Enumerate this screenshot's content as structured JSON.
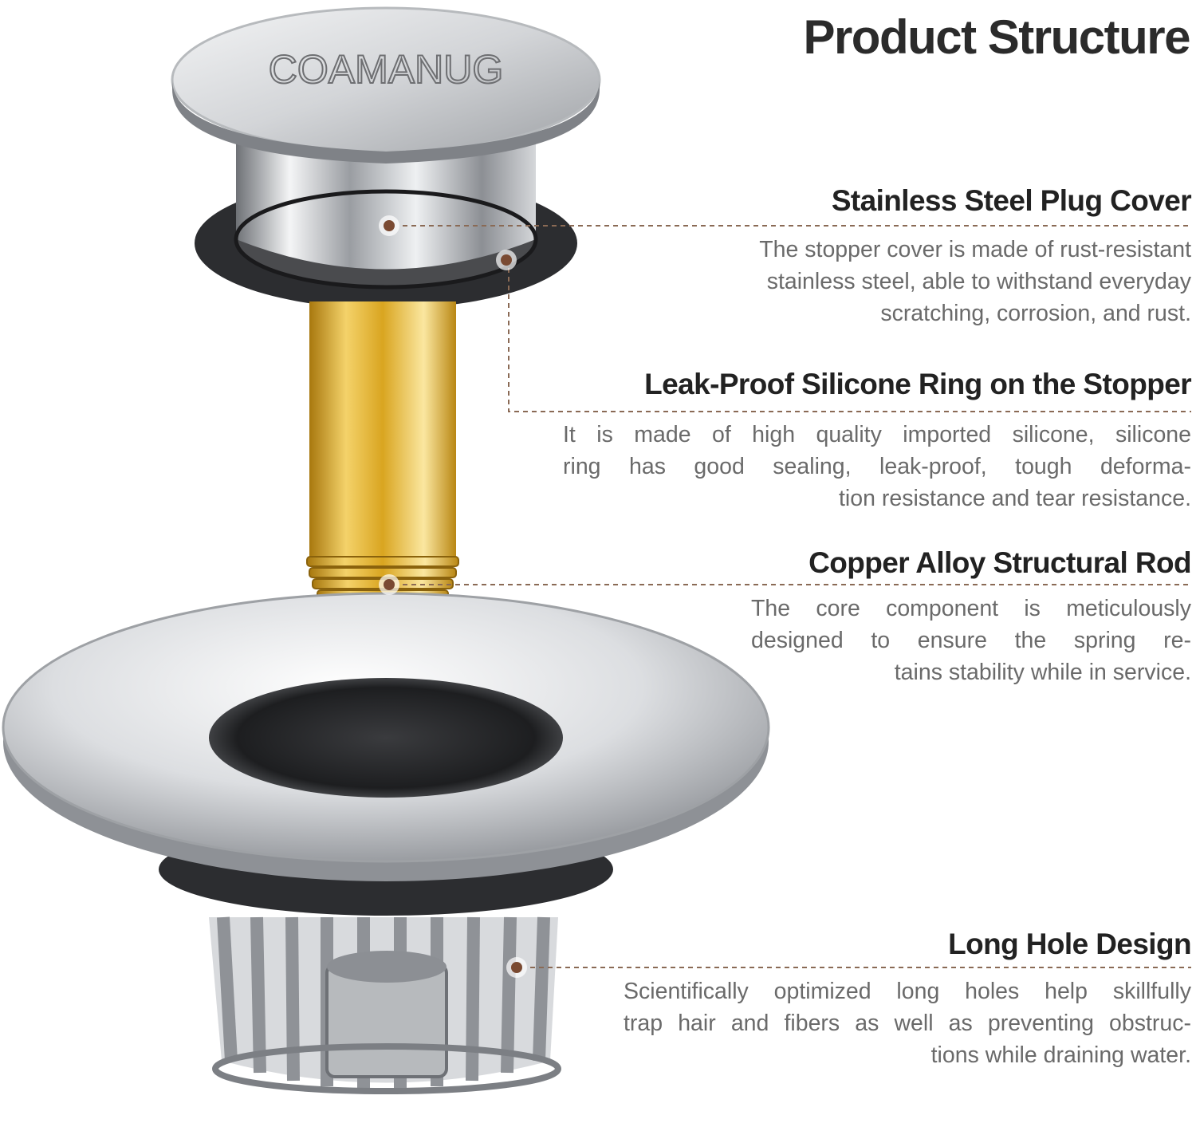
{
  "title": "Product Structure",
  "brand_mark": "COAMANUG",
  "features": [
    {
      "heading": "Stainless Steel Plug Cover",
      "lines": [
        "The stopper cover is made of rust-resistant",
        "stainless steel, able to withstand everyday",
        "scratching, corrosion, and rust."
      ]
    },
    {
      "heading": "Leak-Proof Silicone Ring on the Stopper",
      "lines": [
        "It is made of high quality imported silicone, silicone",
        "ring has good sealing, leak-proof, tough deforma-",
        "tion resistance and tear resistance."
      ]
    },
    {
      "heading": "Copper Alloy Structural Rod",
      "lines": [
        "The core component is meticulously",
        "designed to ensure the spring re-",
        "tains stability while in service."
      ]
    },
    {
      "heading": "Long Hole Design",
      "lines": [
        "Scientifically optimized long holes help skillfully",
        "trap hair and fibers as well as preventing obstruc-",
        "tions while draining water."
      ]
    }
  ],
  "colors": {
    "callout_line": "#8a6a55",
    "callout_dot": "#7a4a32",
    "heading": "#222222",
    "body_text": "#6a6a6a",
    "brass": "#d9a520",
    "chrome": "#c9ccd0",
    "gasket": "#2c2d30"
  }
}
